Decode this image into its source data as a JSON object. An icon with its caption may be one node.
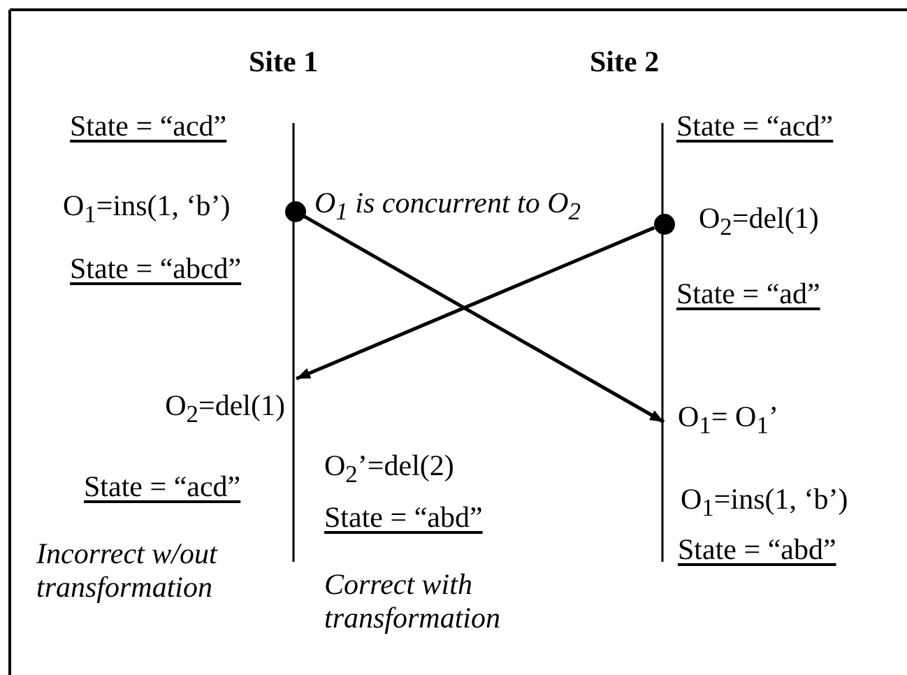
{
  "diagram": {
    "nodes": [
      {
        "text": [],
        "shape": "circle"
      },
      {
        "text": [],
        "shape": "circle"
      },
      {
        "text": [
          "O$_{2}$=del(1)"
        ]
      },
      {
        "text": [
          "O$_{1}$= O$_{1}$’"
        ]
      }
    ],
    "edges": [
      {
        "from": 0,
        "to": 3,
        "arrow": "to"
      },
      {
        "from": 1,
        "to": 2,
        "arrow": "to"
      }
    ],
    "labels": [
      "Site 1",
      "Site 2",
      "State = “acd”",
      "State = “acd”",
      "O$_{1}$=ins(1, ‘b’)",
      "O$_{1}$ is concurrent to O$_{2}$",
      "O$_{2}$=del(1)",
      "State = “abcd”",
      "State = “ad”",
      "O$_{2}$’=del(2)",
      "O$_{1}$=ins(1, ‘b’)",
      "State = “acd”",
      "State = “abd”",
      "Incorrect w/out transformation",
      "State = “abd”",
      "Correct with transformation"
    ]
  }
}
